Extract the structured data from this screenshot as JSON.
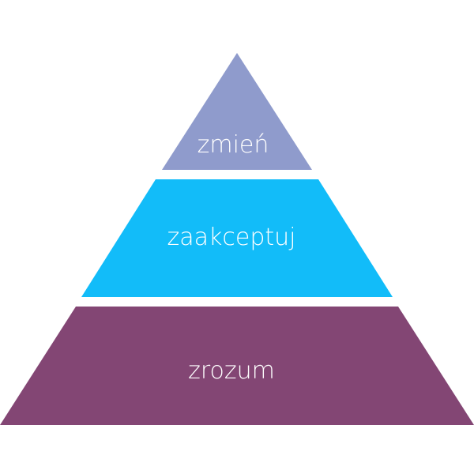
{
  "pyramid": {
    "levels": [
      {
        "label": "zmień",
        "color": "#8f9bcc"
      },
      {
        "label": "zaakceptuj",
        "color": "#12bcf9"
      },
      {
        "label": "zrozum",
        "color": "#834674"
      }
    ]
  }
}
